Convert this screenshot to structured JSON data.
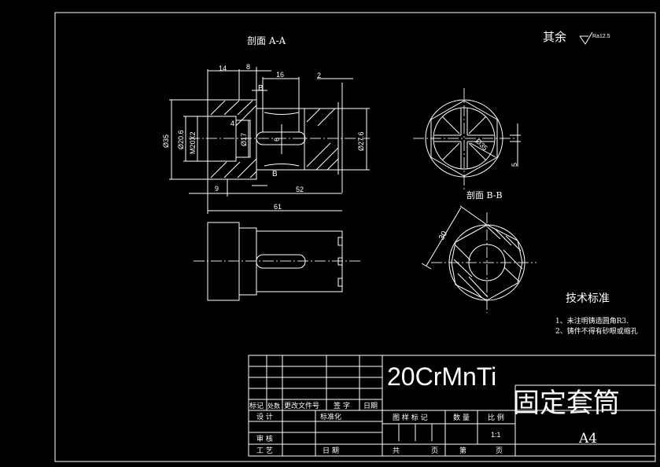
{
  "drawing": {
    "section_aa_title": "剖面 A-A",
    "section_bb_title": "剖面 B-B",
    "surface_finish": {
      "prefix": "其余",
      "value": "Ra12.5"
    },
    "dimensions_aa": {
      "d14": "14",
      "d8": "8",
      "d16": "16",
      "d2": "2",
      "d4": "4",
      "d35": "Ø35",
      "d20_6": "Ø20.6",
      "thread": "M20X2",
      "d17": "Ø17",
      "d6": "6",
      "d27_6": "Ø27.6",
      "d9": "9",
      "d52": "52",
      "d61": "61",
      "cut_label_top": "B",
      "cut_label_bottom": "B"
    },
    "dimensions_end": {
      "d35": "Ø35",
      "d5": "5"
    },
    "dimensions_bb": {
      "d30": "30"
    },
    "tech_title": "技术标准",
    "tech_notes": [
      "1、未注明铸造圆角R3.",
      "2、铸件不得有砂眼或缩孔"
    ]
  },
  "title_block": {
    "material": "20CrMnTi",
    "part_name": "固定套筒",
    "paper_size": "A4",
    "headers": [
      "标记",
      "处数",
      "更改文件号",
      "签 字",
      "日期"
    ],
    "design": "设 计",
    "standardize": "标准化",
    "review": "审 核",
    "process": "工 艺",
    "date": "日 期",
    "drawing_mark": "图 样 标 记",
    "quantity": "数 量",
    "scale_label": "比 例",
    "scale": "1:1",
    "total": "共",
    "sheet": "页",
    "sheet_no": "第",
    "page": "页"
  }
}
